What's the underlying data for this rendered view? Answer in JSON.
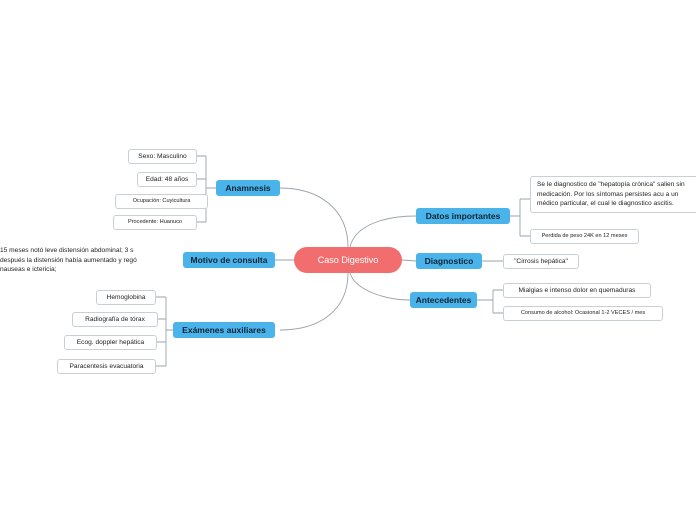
{
  "central": {
    "label": "Caso Digestivo"
  },
  "branches": {
    "anamnesis": {
      "label": "Anamnesis",
      "items": [
        "Sexo: Masculino",
        "Edad: 48 años",
        "Ocupación: Cuyicultura",
        "Procedente: Huanuco"
      ]
    },
    "motivo": {
      "label": "Motivo de consulta",
      "text": "15 meses notó leve distensión abdominal; 3 s después la distensión había aumentado y regó nauseas e ictericia;"
    },
    "examenes": {
      "label": "Exámenes auxiliares",
      "items": [
        "Hemoglobina",
        "Radiografía de tórax",
        "Ecog. doppler hepática",
        "Paracentesis evacuatoria"
      ]
    },
    "datos": {
      "label": "Datos importantes",
      "items": [
        "Se le diagnostico de \"hepatopía crónica\" salien sin medicación.  Por los síntomas persistes acu a un médico particular, el cual le diagnostico ascitis.",
        "Perdida de peso 24K en 12 meses"
      ]
    },
    "diagnostico": {
      "label": "Diagnostico",
      "items": [
        "\"Cirrosis hepática\""
      ]
    },
    "antecedentes": {
      "label": "Antecedentes",
      "items": [
        "Mialgias e intenso dolor en quemaduras",
        "Consumo de alcohol: Ocasional 1-2 VECES / mes"
      ]
    }
  },
  "colors": {
    "central": "#f26d6d",
    "main_topic": "#4ab4ea",
    "connector": "#9aa3a9"
  }
}
